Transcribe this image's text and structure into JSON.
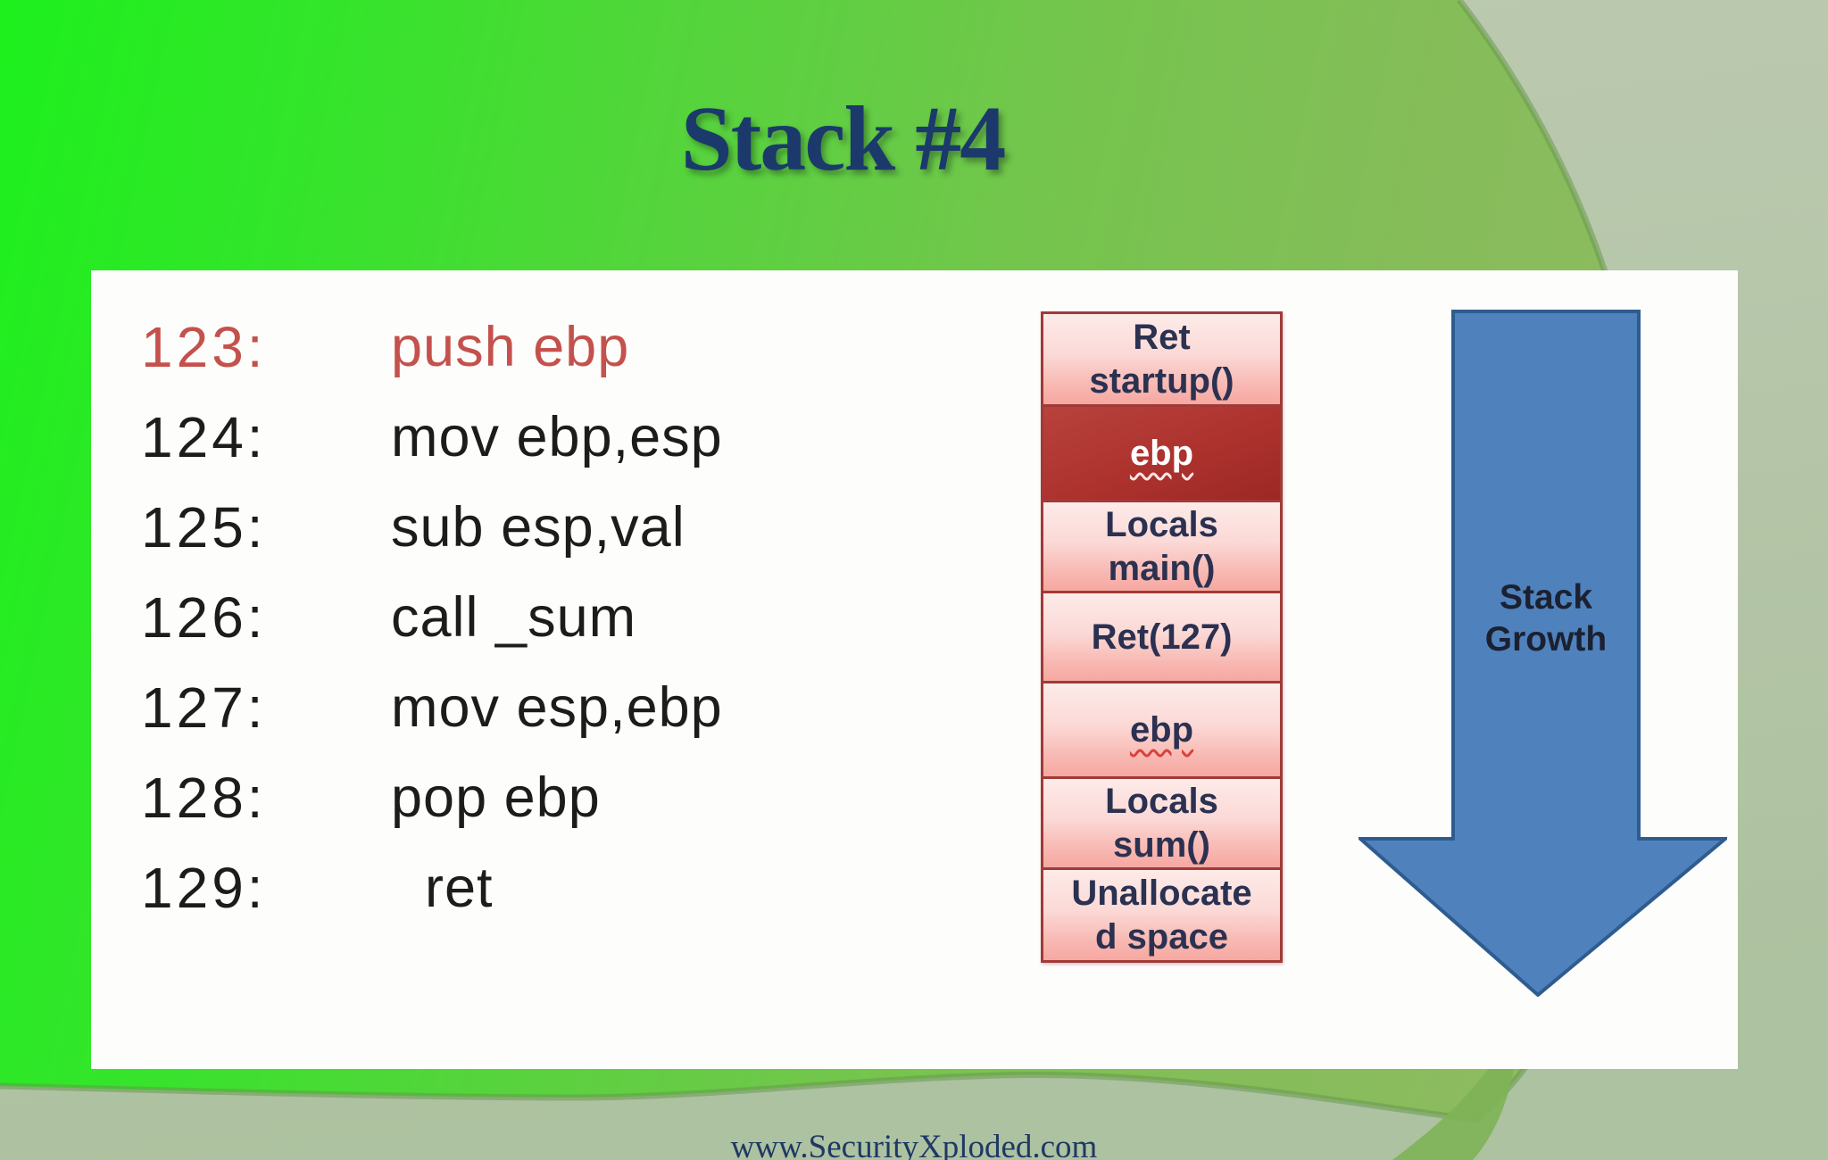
{
  "slide": {
    "title": "Stack #4",
    "footer": "www.SecurityXploded.com"
  },
  "code": {
    "lines": [
      {
        "num": "123:",
        "instr": "push ebp",
        "highlight": true
      },
      {
        "num": "124:",
        "instr": "mov ebp,esp",
        "highlight": false
      },
      {
        "num": "125:",
        "instr": "sub esp,val",
        "highlight": false
      },
      {
        "num": "126:",
        "instr": "call _sum",
        "highlight": false
      },
      {
        "num": "127:",
        "instr": "mov esp,ebp",
        "highlight": false
      },
      {
        "num": "128:",
        "instr": "pop ebp",
        "highlight": false
      },
      {
        "num": "129:",
        "instr": "ret",
        "highlight": false
      }
    ]
  },
  "stack": {
    "cells": [
      {
        "lines": [
          "Ret",
          "startup()"
        ],
        "variant": "light",
        "underline": false
      },
      {
        "lines": [
          "ebp"
        ],
        "variant": "dark",
        "underline": true
      },
      {
        "lines": [
          "Locals",
          "main()"
        ],
        "variant": "light",
        "underline": false
      },
      {
        "lines": [
          "Ret(127)"
        ],
        "variant": "light",
        "underline": false
      },
      {
        "lines": [
          "ebp"
        ],
        "variant": "light",
        "underline": true
      },
      {
        "lines": [
          "Locals",
          "sum()"
        ],
        "variant": "light",
        "underline": false
      },
      {
        "lines": [
          "Unallocate",
          "d space"
        ],
        "variant": "light",
        "underline": false
      }
    ]
  },
  "arrow": {
    "label_lines": [
      "Stack",
      "Growth"
    ]
  },
  "colors": {
    "title_text": "#1b3a6b",
    "code_highlight": "#c4514c",
    "code_text": "#1c1c1a",
    "stack_border": "#a03a37",
    "stack_cell_light_top": "#fdebe9",
    "stack_cell_light_bottom": "#f6a8a1",
    "stack_cell_dark": "#ad322e",
    "stack_text": "#2b3150",
    "arrow_fill": "#4f81bd",
    "arrow_stroke": "#2f5c8f",
    "background_bright_green": "#1df01d",
    "background_olive_green": "#92b765",
    "background_pale_sage": "#b7c6ab",
    "footer_text": "#1f3864"
  }
}
